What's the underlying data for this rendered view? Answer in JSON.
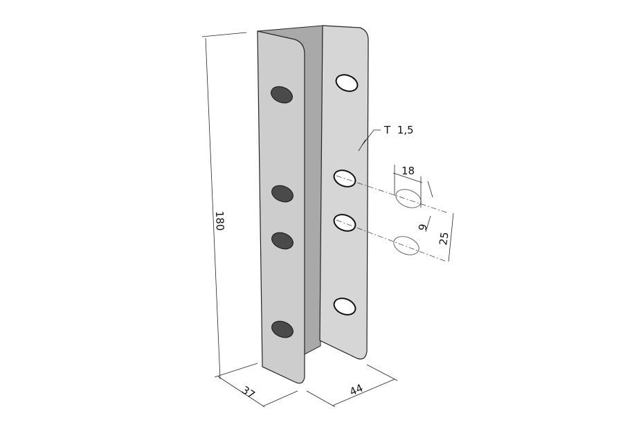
{
  "drawing": {
    "title": "U-profile bracket",
    "colors": {
      "web": "#a9a9a9",
      "flange_left": "#cdcdcd",
      "flange_right": "#d6d6d6",
      "slot_dark": "#4a4a4a"
    },
    "dimensions": {
      "height": "180",
      "depth": "37",
      "width": "44",
      "slot_length": "18",
      "slot_width": "9",
      "slot_pitch": "25",
      "thickness": "T  1,5"
    }
  }
}
